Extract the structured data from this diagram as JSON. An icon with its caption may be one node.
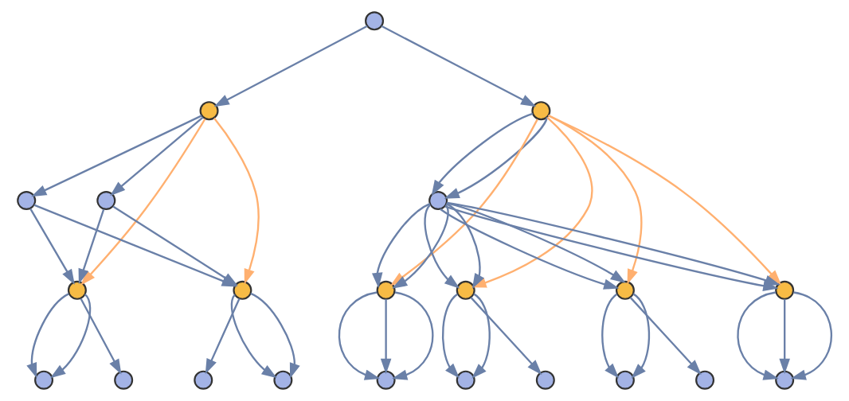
{
  "diagram": {
    "nodes": [
      {
        "text": [],
        "shape": "circle"
      },
      {
        "text": [],
        "shape": "circle"
      },
      {
        "text": [],
        "shape": "circle"
      },
      {
        "text": [],
        "shape": "circle"
      },
      {
        "text": [],
        "shape": "circle"
      },
      {
        "text": [],
        "shape": "circle"
      },
      {
        "text": [],
        "shape": "circle"
      },
      {
        "text": [],
        "shape": "circle"
      },
      {
        "text": [],
        "shape": "circle"
      },
      {
        "text": [],
        "shape": "circle"
      },
      {
        "text": [],
        "shape": "circle"
      },
      {
        "text": [],
        "shape": "circle"
      },
      {
        "text": [],
        "shape": "circle"
      },
      {
        "text": [],
        "shape": "circle"
      },
      {
        "text": [],
        "shape": "circle"
      },
      {
        "text": [],
        "shape": "circle"
      },
      {
        "text": [],
        "shape": "circle"
      },
      {
        "text": [],
        "shape": "circle"
      },
      {
        "text": [],
        "shape": "circle"
      },
      {
        "text": [],
        "shape": "circle"
      },
      {
        "text": [],
        "shape": "circle"
      },
      {
        "text": [],
        "shape": "circle"
      }
    ],
    "edges": [
      {
        "from": 0,
        "to": 1,
        "arrow": "to"
      },
      {
        "from": 0,
        "to": 2,
        "arrow": "to"
      },
      {
        "from": 1,
        "to": 3,
        "arrow": "to"
      },
      {
        "from": 1,
        "to": 4,
        "arrow": "to"
      },
      {
        "from": 1,
        "to": 6,
        "arrow": "to",
        "color": "#ffb070"
      },
      {
        "from": 1,
        "to": 7,
        "arrow": "to",
        "color": "#ffb070"
      },
      {
        "from": 3,
        "to": 6,
        "arrow": "to"
      },
      {
        "from": 3,
        "to": 7,
        "arrow": "to"
      },
      {
        "from": 4,
        "to": 6,
        "arrow": "to"
      },
      {
        "from": 4,
        "to": 7,
        "arrow": "to"
      },
      {
        "from": 2,
        "to": 5,
        "arrow": "to"
      },
      {
        "from": 2,
        "to": 5,
        "arrow": "to"
      },
      {
        "from": 2,
        "to": 8,
        "arrow": "to",
        "color": "#ffb070"
      },
      {
        "from": 2,
        "to": 9,
        "arrow": "to",
        "color": "#ffb070"
      },
      {
        "from": 2,
        "to": 10,
        "arrow": "to",
        "color": "#ffb070"
      },
      {
        "from": 2,
        "to": 11,
        "arrow": "to",
        "color": "#ffb070"
      },
      {
        "from": 5,
        "to": 8,
        "arrow": "to"
      },
      {
        "from": 5,
        "to": 8,
        "arrow": "to"
      },
      {
        "from": 5,
        "to": 9,
        "arrow": "to"
      },
      {
        "from": 5,
        "to": 9,
        "arrow": "to"
      },
      {
        "from": 5,
        "to": 10,
        "arrow": "to"
      },
      {
        "from": 5,
        "to": 10,
        "arrow": "to"
      },
      {
        "from": 5,
        "to": 11,
        "arrow": "to"
      },
      {
        "from": 5,
        "to": 11,
        "arrow": "to"
      },
      {
        "from": 6,
        "to": 12,
        "arrow": "to"
      },
      {
        "from": 6,
        "to": 12,
        "arrow": "to"
      },
      {
        "from": 6,
        "to": 13,
        "arrow": "to"
      },
      {
        "from": 7,
        "to": 14,
        "arrow": "to"
      },
      {
        "from": 7,
        "to": 15,
        "arrow": "to"
      },
      {
        "from": 7,
        "to": 15,
        "arrow": "to"
      },
      {
        "from": 8,
        "to": 16,
        "arrow": "to"
      },
      {
        "from": 8,
        "to": 16,
        "arrow": "to"
      },
      {
        "from": 8,
        "to": 16,
        "arrow": "to"
      },
      {
        "from": 9,
        "to": 17,
        "arrow": "to"
      },
      {
        "from": 9,
        "to": 17,
        "arrow": "to"
      },
      {
        "from": 9,
        "to": 18,
        "arrow": "to"
      },
      {
        "from": 10,
        "to": 19,
        "arrow": "to"
      },
      {
        "from": 10,
        "to": 19,
        "arrow": "to"
      },
      {
        "from": 10,
        "to": 20,
        "arrow": "to"
      },
      {
        "from": 11,
        "to": 21,
        "arrow": "to"
      },
      {
        "from": 11,
        "to": 21,
        "arrow": "to"
      },
      {
        "from": 11,
        "to": 21,
        "arrow": "to"
      }
    ]
  }
}
